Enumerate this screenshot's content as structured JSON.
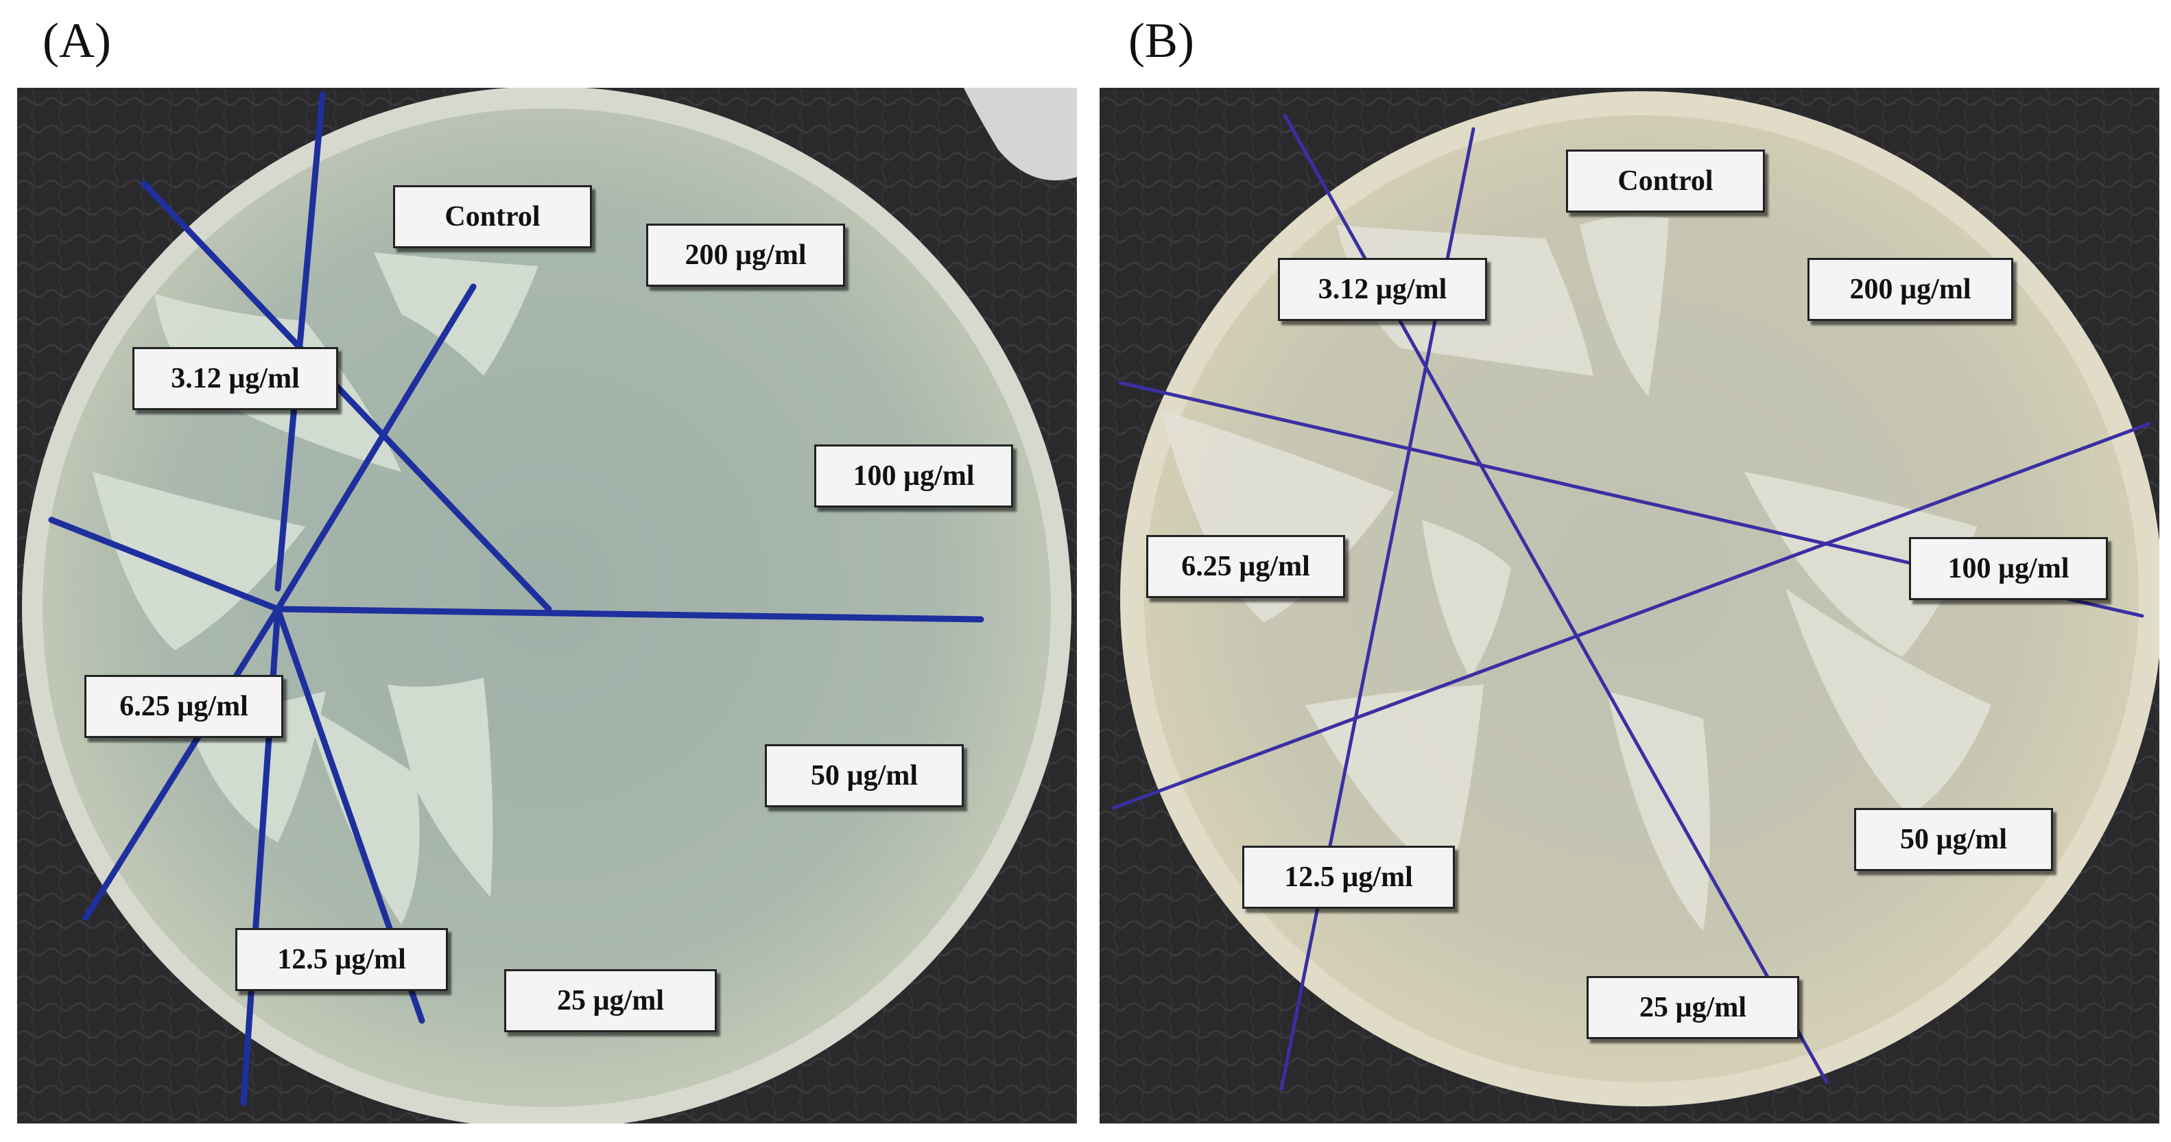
{
  "figure": {
    "panels": [
      {
        "letter": "(A)",
        "agar_color": "#a9b7ad",
        "marker_color": "#1e2f9e",
        "labels": [
          "Control",
          "200 µg/ml",
          "100 µg/ml",
          "50 µg/ml",
          "25 µg/ml",
          "12.5 µg/ml",
          "6.25 µg/ml",
          "3.12 µg/ml"
        ]
      },
      {
        "letter": "(B)",
        "agar_color": "#c9c7b4",
        "marker_color": "#3a2fa3",
        "labels": [
          "Control",
          "200 µg/ml",
          "100 µg/ml",
          "50 µg/ml",
          "25 µg/ml",
          "12.5 µg/ml",
          "6.25 µg/ml",
          "3.12 µg/ml"
        ]
      }
    ]
  }
}
